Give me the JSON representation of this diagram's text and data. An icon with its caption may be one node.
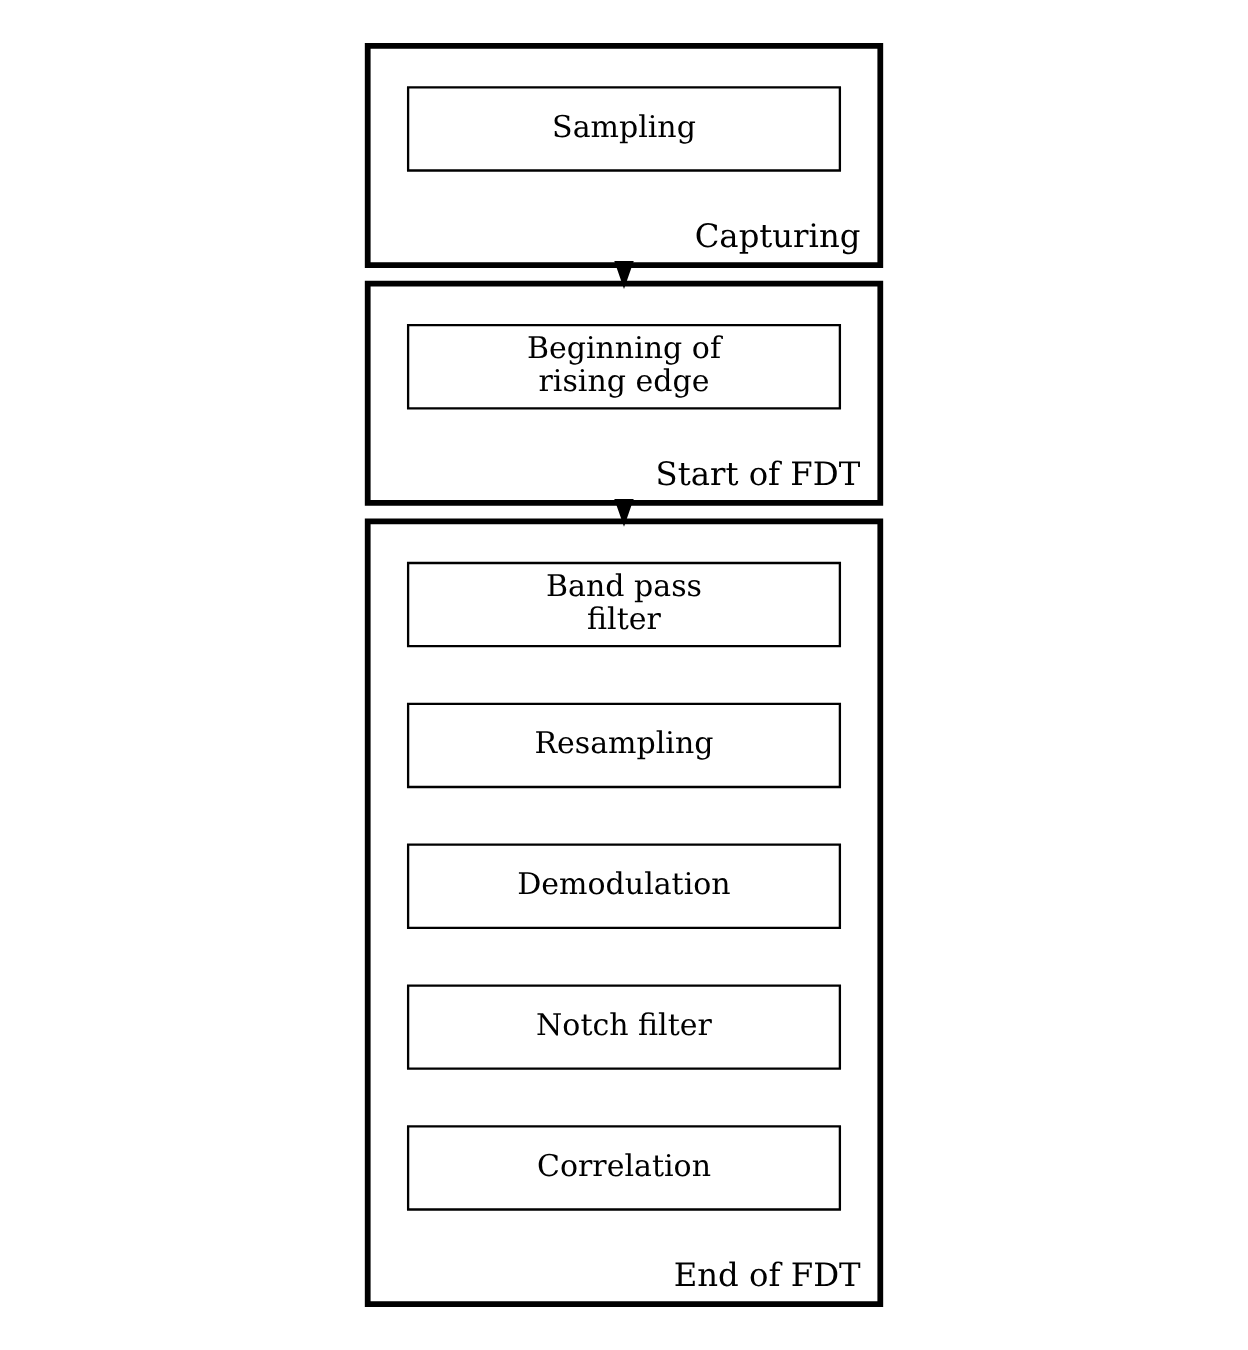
{
  "diagram": {
    "nodes": [
      {
        "text": [
          "Capturing"
        ]
      },
      {
        "text": [
          "Sampling"
        ],
        "in": 0
      },
      {
        "text": [
          "Start of FDT"
        ]
      },
      {
        "text": [
          "Beginning of rising edge"
        ],
        "in": 2
      },
      {
        "text": [
          "End of FDT"
        ]
      },
      {
        "text": [
          "Band pass filter"
        ],
        "in": 4
      },
      {
        "text": [
          "Resampling"
        ],
        "in": 4
      },
      {
        "text": [
          "Demodulation"
        ],
        "in": 4
      },
      {
        "text": [
          "Notch filter"
        ],
        "in": 4
      },
      {
        "text": [
          "Correlation"
        ],
        "in": 4
      }
    ],
    "edges": [
      {
        "from": 0,
        "to": 2,
        "arrow": "to"
      },
      {
        "from": 2,
        "to": 4,
        "arrow": "to"
      }
    ]
  }
}
